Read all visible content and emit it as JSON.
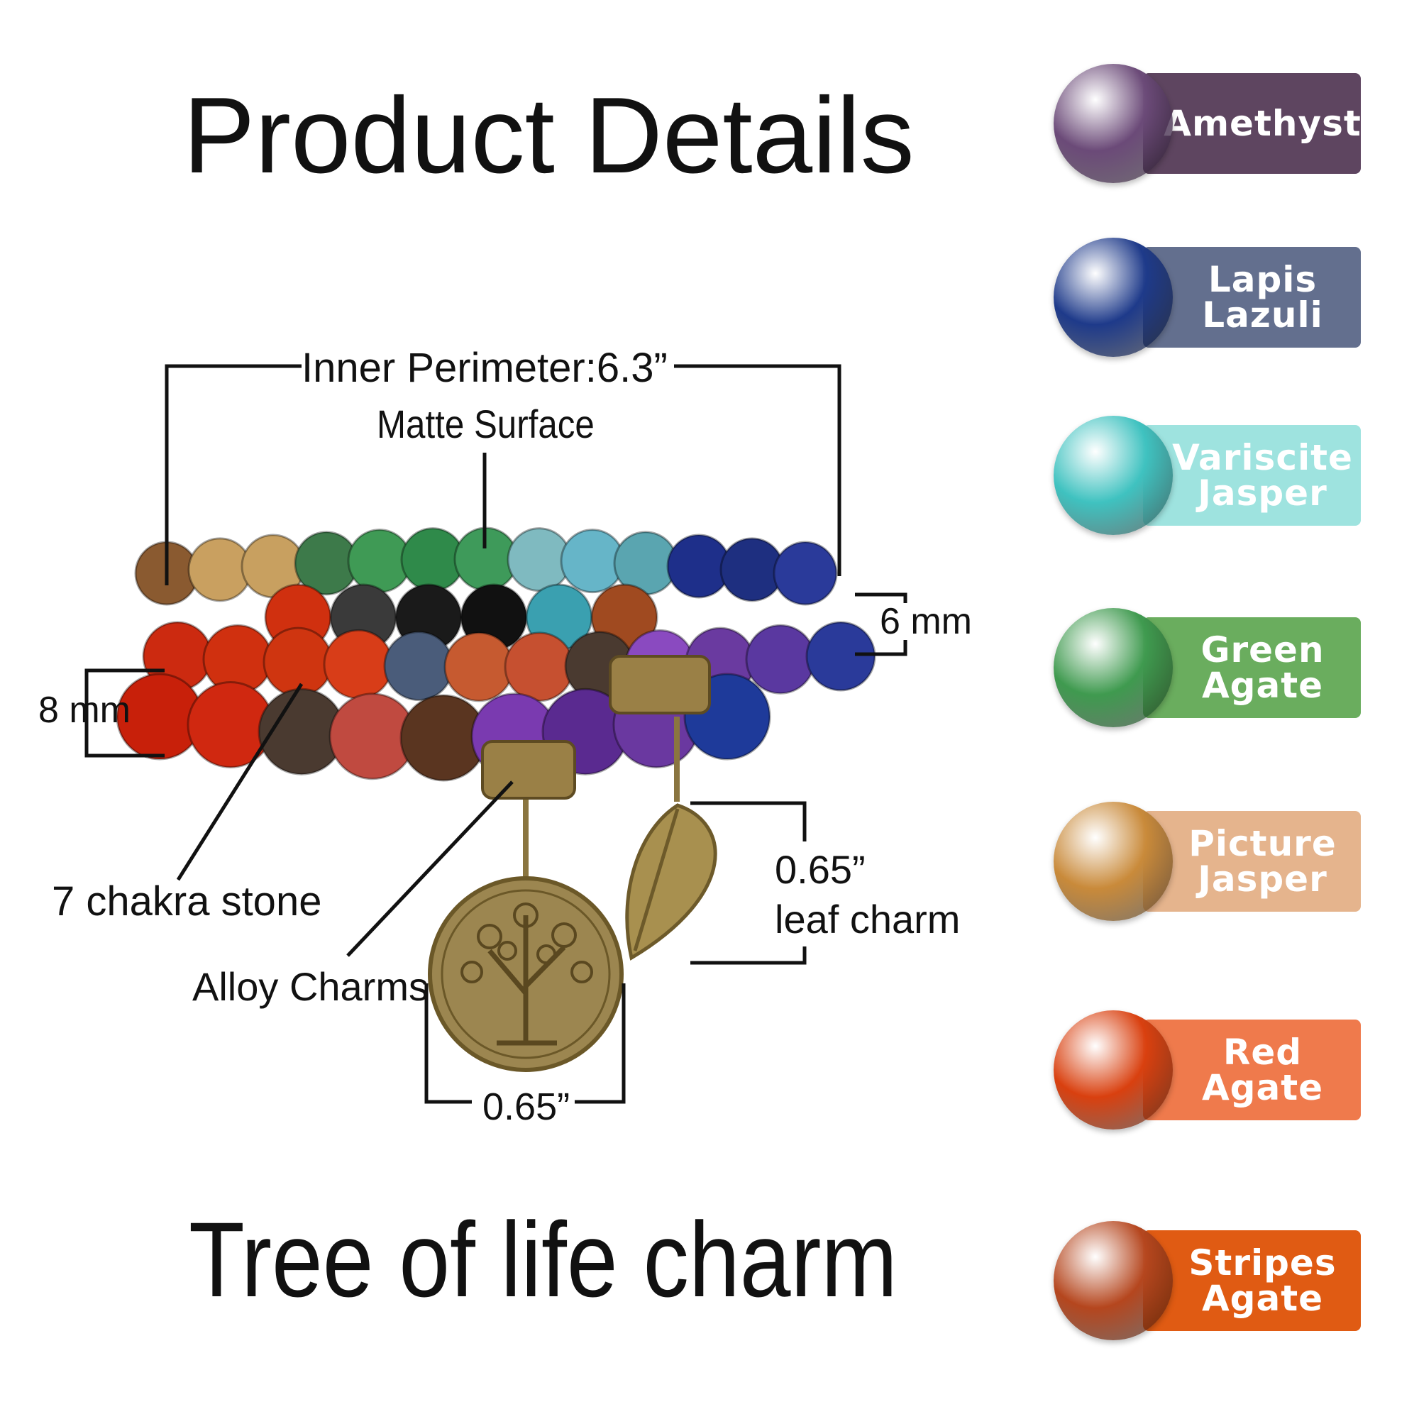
{
  "title": "Product Details",
  "subtitle": "Tree of life charm",
  "annotations": {
    "inner_perimeter": "Inner Perimeter:6.3”",
    "surface": "Matte Surface",
    "small_bead": "6 mm",
    "large_bead": "8 mm",
    "stone": "7 chakra stone",
    "charms": "Alloy Charms",
    "leaf_size": "0.65”",
    "leaf_label": "leaf charm",
    "tree_size": "0.65”"
  },
  "stones": [
    {
      "name": "Amethyst",
      "color": "#5e4560",
      "bead": "#6b4a78"
    },
    {
      "name": "Lapis Lazuli",
      "color": "#636f8e",
      "bead": "#1e3a8a"
    },
    {
      "name": "Variscite Jasper",
      "color": "#9ee3df",
      "bead": "#3fc2c0"
    },
    {
      "name": "Green Agate",
      "color": "#6aad5e",
      "bead": "#3f9a4f"
    },
    {
      "name": "Picture Jasper",
      "color": "#e5b48d",
      "bead": "#c98a3a"
    },
    {
      "name": "Red Agate",
      "color": "#ef7a4c",
      "bead": "#d9400f"
    },
    {
      "name": "Stripes Agate",
      "color": "#e05b13",
      "bead": "#b5461e"
    }
  ]
}
